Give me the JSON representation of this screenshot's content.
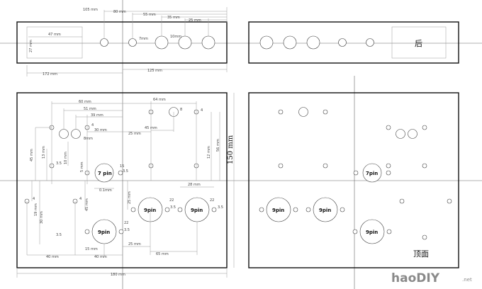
{
  "front_panel": {
    "dims": [
      "105 mm",
      "80 mm",
      "55 mm",
      "35 mm",
      "25 mm",
      "47 mm",
      "27 mm",
      "7mm",
      "10mm",
      "172 mm",
      "125 mm"
    ]
  },
  "rear_panel": {
    "label": "后"
  },
  "left_top": {
    "dims": [
      "60 mm",
      "51 mm",
      "39 mm",
      "30 mm",
      "25 mm",
      "64 mm",
      "45 mm",
      "45 mm",
      "13 mm",
      "10 mm",
      "12 mm",
      "56 mm",
      "8",
      "4",
      "4",
      "8mm",
      "3.5",
      "3.5",
      "3.5",
      "0.1mm",
      "5 mm",
      "15",
      "4",
      "4",
      "19 mm",
      "30 mm",
      "45 mm",
      "25 mm",
      "22",
      "22",
      "3.5",
      "3.5",
      "28 mm",
      "22",
      "3.5",
      "15 mm",
      "25 mm",
      "40 mm",
      "40 mm",
      "65 mm",
      "180 mm"
    ],
    "tube_labels": [
      "7 pin",
      "9pin",
      "9pin",
      "9pin"
    ]
  },
  "side_dim": "150 mm",
  "right_top": {
    "label": "顶面",
    "tube_labels": [
      "7pin",
      "9pin",
      "9pin",
      "9pin"
    ]
  },
  "watermark": {
    "brand": "haoDIY",
    "suffix": ".net"
  }
}
